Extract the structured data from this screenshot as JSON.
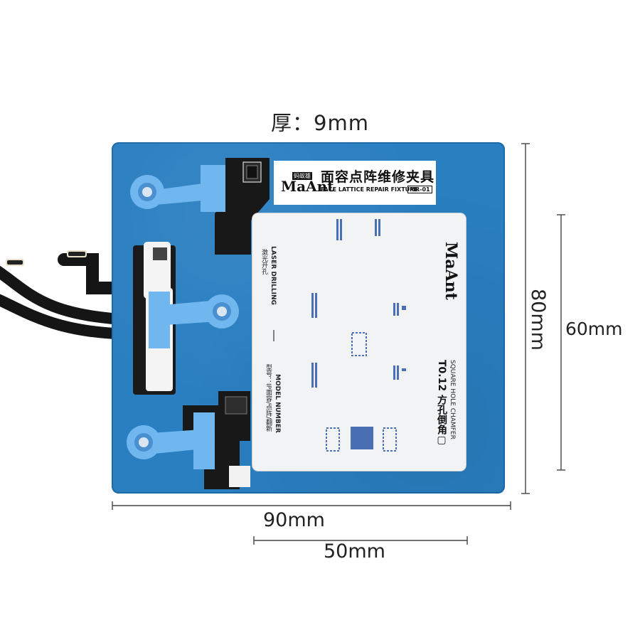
{
  "dimensions": {
    "thickness": "厚：9mm",
    "width_90": "90mm",
    "width_50": "50mm",
    "height_80": "80mm",
    "height_60": "60mm"
  },
  "brand": {
    "logo_cn": "蚂蚁雄",
    "logo_en": "MaAnt"
  },
  "label": {
    "title_cn": "面容点阵维修夹具",
    "title_en": "FACE LATTICE REPAIR FIXTURE",
    "model": "MR-01"
  },
  "plate": {
    "laser_en": "LASER DRILLING",
    "laser_cn": "激光开孔",
    "model_en": "MODEL NUMBER",
    "model_cn": "型号：IP面容/点阵/翻新",
    "chamfer_en": "SQUARE HOLE CHAMFER",
    "chamfer_cn": "T0.12 方孔倒角▢"
  },
  "colors": {
    "fixture_blue": "#2a7fc1",
    "clamp_blue": "#6fb7ee",
    "plate_silver": "#f2f3f5",
    "flex_black": "#1a1a1a"
  }
}
